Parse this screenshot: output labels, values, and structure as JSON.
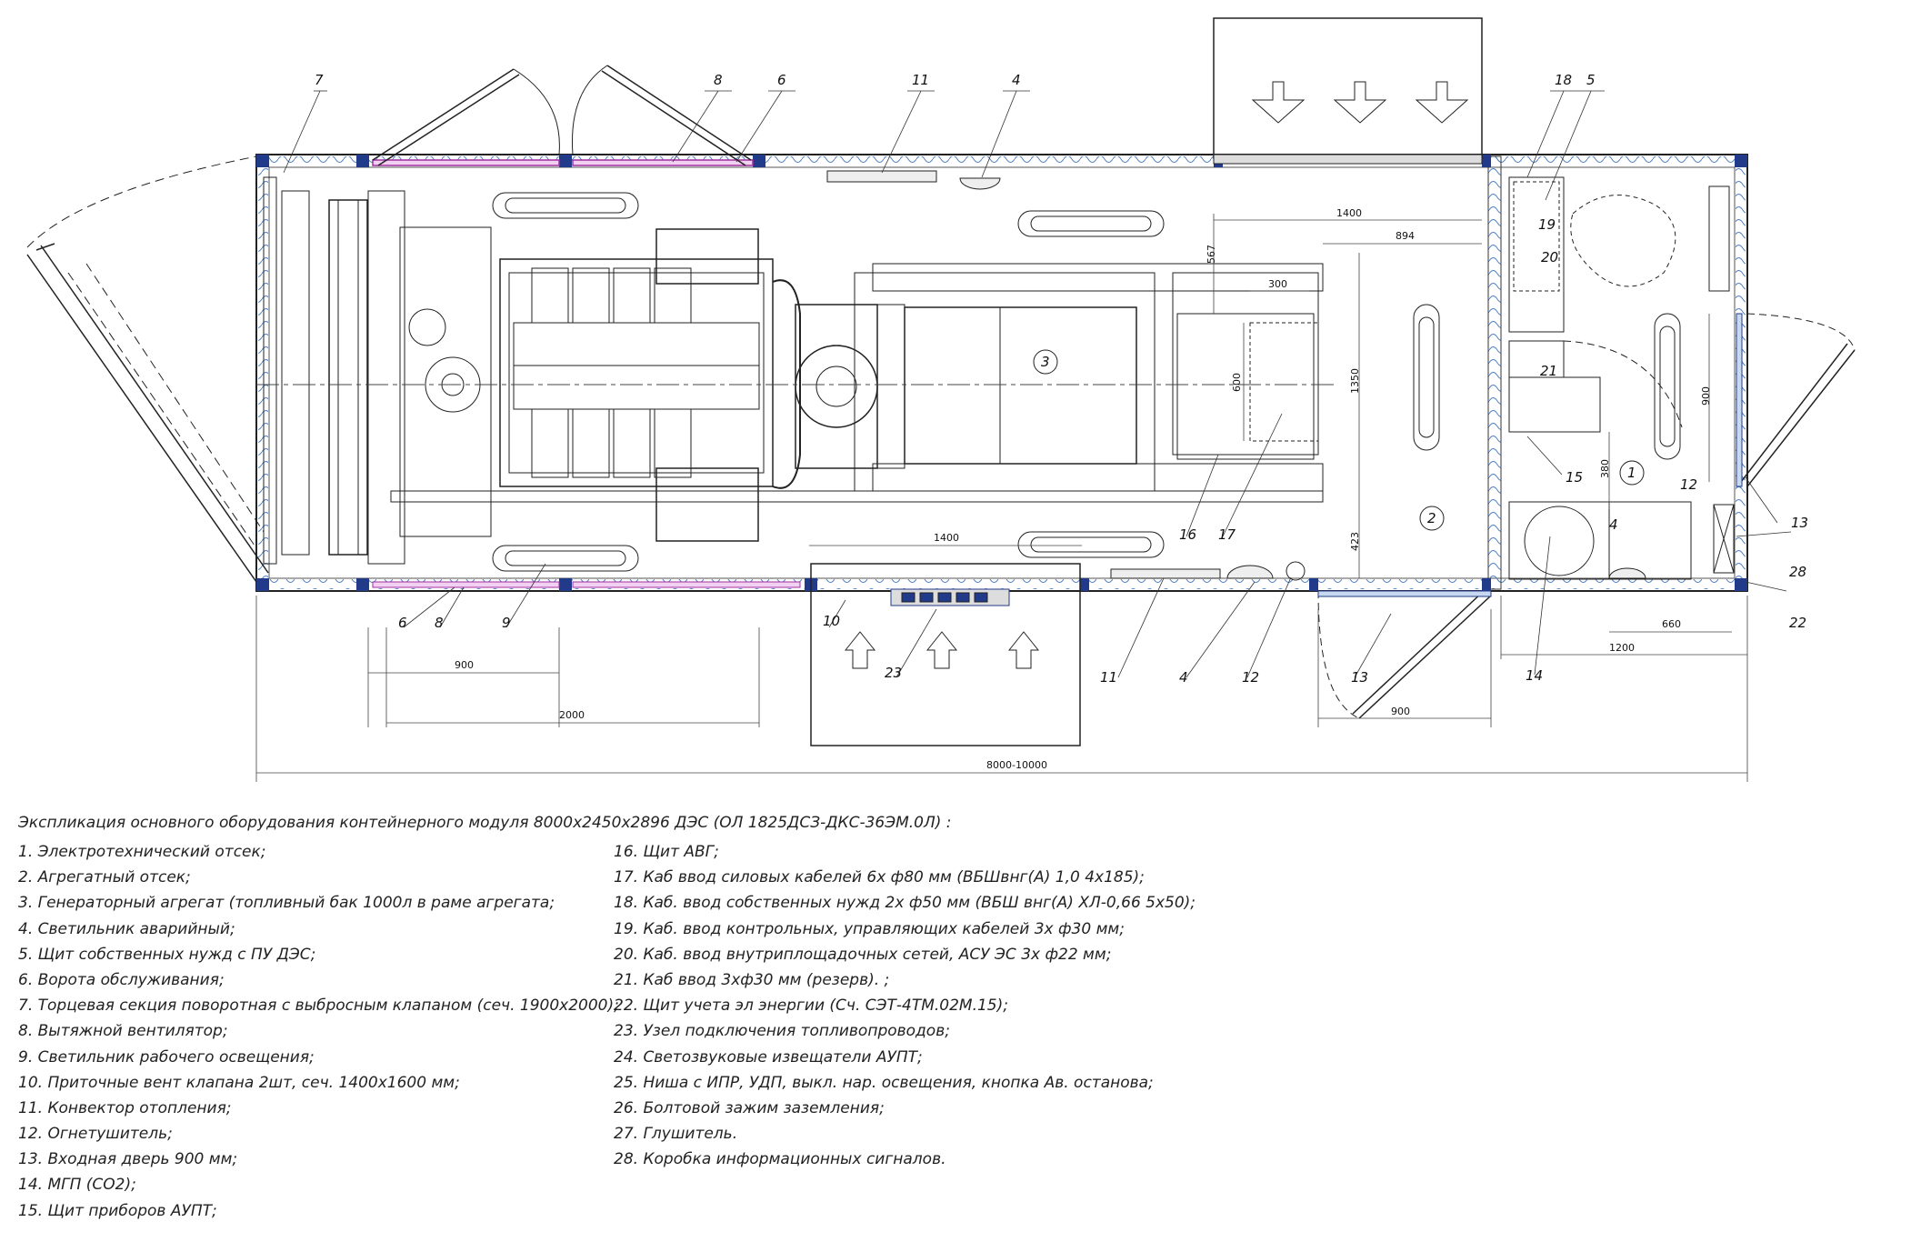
{
  "callouts": {
    "c7_top": "7",
    "c8_top": "8",
    "c6_top": "6",
    "c11_top": "11",
    "c4_top": "4",
    "c18": "18",
    "c5": "5",
    "c19": "19",
    "c20": "20",
    "c21": "21",
    "c15": "15",
    "c12_right": "12",
    "c13_right": "13",
    "c28": "28",
    "c22": "22",
    "c14": "14",
    "c6_bot": "6",
    "c8_bot": "8",
    "c9": "9",
    "c10": "10",
    "c23": "23",
    "c11_bot": "11",
    "c4_bot": "4",
    "c12_bot": "12",
    "c13_bot": "13",
    "c16": "16",
    "c17": "17",
    "c4_room": "4"
  },
  "zones": {
    "z1": "1",
    "z2": "2",
    "z3": "3"
  },
  "dimensions": {
    "d1400_top": "1400",
    "d894": "894",
    "d567": "567",
    "d300": "300",
    "d600": "600",
    "d1350": "1350",
    "d423": "423",
    "d1400_bot": "1400",
    "d900_left": "900",
    "d2000": "2000",
    "d8000": "8000-10000",
    "d900_door": "900",
    "d380": "380",
    "d900_right": "900",
    "d660": "660",
    "d1200": "1200"
  },
  "legend": {
    "title": "Экспликация основного оборудования контейнерного модуля 8000х2450х2896 ДЭС (ОЛ 1825ДСЗ-ДКС-36ЭМ.0Л) :",
    "left": [
      "1.  Электротехнический отсек;",
      "2.  Агрегатный отсек;",
      "3.  Генераторный агрегат (топливный бак 1000л в раме агрегата;",
      "4.  Светильник аварийный;",
      "5.  Щит собственных нужд с ПУ ДЭС;",
      "6.  Ворота обслуживания;",
      "7.  Торцевая секция поворотная с выбросным клапаном (сеч. 1900х2000);",
      "8.  Вытяжной вентилятор;",
      "9.  Светильник рабочего освещения;",
      "10. Приточные вент клапана 2шт, сеч. 1400х1600 мм;",
      "11. Конвектор отопления;",
      "12. Огнетушитель;",
      "13. Входная дверь 900 мм;",
      "14. МГП (СО2);",
      "15. Щит приборов АУПТ;"
    ],
    "right": [
      "16. Щит АВГ;",
      "17. Каб ввод силовых кабелей  6х ф80 мм (ВБШвнг(А) 1,0 4х185);",
      "18. Каб. ввод собственных нужд 2х ф50 мм (ВБШ внг(А) ХЛ-0,66 5х50);",
      "19. Каб. ввод контрольных, управляющих кабелей 3х ф30 мм;",
      "20. Каб. ввод внутриплощадочных сетей, АСУ ЭС 3х ф22 мм;",
      "21. Каб ввод 3хф30 мм (резерв). ;",
      " 22. Щит учета эл энергии (Сч. СЭТ-4ТМ.02М.15);",
      " 23. Узел подключения топливопроводов;",
      " 24. Светозвуковые извещатели АУПТ;",
      " 25. Ниша с ИПР, УДП, выкл. нар. освещения, кнопка  Ав. останова;",
      " 26. Болтовой зажим заземления;",
      " 27. Глушитель.",
      " 28. Коробка информационных сигналов."
    ]
  }
}
